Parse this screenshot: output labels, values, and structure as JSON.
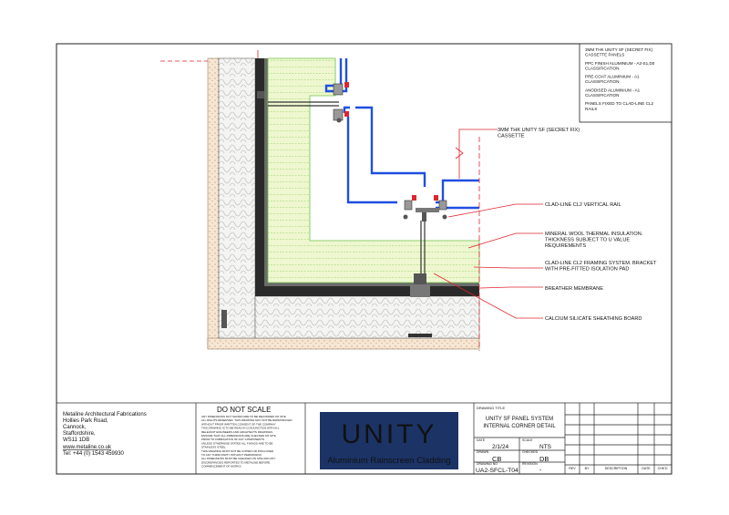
{
  "notes_box": {
    "items": [
      [
        "3MM THK UNITY SF (SECRET FIX)",
        "CASSETTE PANELS"
      ],
      [
        "PPC FINISH ALUMINIUM - A2-S1,D0",
        "CLASSIFICATION"
      ],
      [
        "PRE-COAT ALUMINIUM - A1",
        "CLASSIFICATION"
      ],
      [
        "ANODISED ALUMINIUM - A1",
        "CLASSIFICATION"
      ],
      [
        "PANELS FIXED TO CLAD-LINE CL2",
        "RAILS"
      ]
    ]
  },
  "callouts": {
    "cassette": [
      "3MM THK UNITY SF (SECRET FIX)",
      "CASSETTE"
    ],
    "vertical_rail": [
      "CLAD-LINE CL2 VERTICAL RAIL"
    ],
    "insulation": [
      "MINERAL WOOL THERMAL INSULATION.",
      "THICKNESS SUBJECT TO U VALUE",
      "REQUIREMENTS"
    ],
    "framing": [
      "CLAD-LINE CL2 FRAMING SYSTEM. BRACKET",
      "WITH PRE-FITTED ISOLATION PAD"
    ],
    "membrane": [
      "BREATHER MEMBRANE"
    ],
    "board": [
      "CALCIUM SILICATE SHEATHING BOARD"
    ]
  },
  "company": {
    "lines": [
      "Metaline Architectural Fabrications",
      "Hollies Park Road,",
      "Cannock,",
      "Staffordshire,",
      "WS11 1DB"
    ],
    "web": "www.metaline.co.uk",
    "tel": "Tel: +44 (0) 1543 459930"
  },
  "warning": {
    "title": "DO NOT SCALE",
    "notes": [
      "ANY DIMENSIONS NOT SHOWN ARE TO BE RECORDED ON SITE",
      "ALL RIGHTS RESERVED. THIS DRAWING MAY NOT BE REPRODUCED",
      "WITHOUT PRIOR WRITTEN CONSENT OF THE COMPANY",
      "THIS DRAWING IS TO BE READ IN CONJUNCTION WITH ALL",
      "RELEVANT ENGINEERS AND ARCHITECTS DRAWINGS",
      "ENSURE THAT ALL DIMENSIONS ARE CHECKED ON SITE",
      "PRIOR TO FABRICATION OF ANY COMPONENTS",
      "UNLESS OTHERWISE STATED ALL FIXINGS ARE TO BE",
      "STAINLESS STEEL",
      "THIS DRAWING MUST NOT BE COPIED OR DISCLOSED",
      "TO ANY THIRD PARTY WITHOUT PERMISSION",
      "ALL DIMENSIONS MUST BE CHECKED ON SITE AND ANY",
      "DISCREPANCIES REPORTED TO METALINE BEFORE",
      "COMMENCEMENT OF WORKS"
    ]
  },
  "logo": {
    "word": "UNITY",
    "tagline": "Aluminium Rainscreen Cladding"
  },
  "title_block": {
    "drawing_title_label": "DRAWING TITLE",
    "title_lines": [
      "UNITY SF PANEL SYSTEM",
      "INTERNAL CORNER DETAIL"
    ],
    "date_label": "DATE",
    "date": "2/1/24",
    "scale_label": "SCALE",
    "scale": "NTS",
    "drawn_label": "DRAWN",
    "drawn": "CB",
    "checked_label": "CHECKED",
    "checked": "DB",
    "drawing_no_label": "DRAWING NO",
    "drawing_no": "UA2-SFCL-T04",
    "revision_label": "REVISION",
    "revision": "-",
    "rev_headers": [
      "REV",
      "BY",
      "DESCRIPTION",
      "DATE",
      "CHK'D"
    ]
  },
  "colors": {
    "insulation": "#eef7cf",
    "insulation_hatch": "#6fc24a",
    "panel": "#1f4fe0",
    "wall": "#d9ded9",
    "brick": "#f1dcc7",
    "leader": "#e0262e",
    "logo_bg": "#1c3366"
  }
}
